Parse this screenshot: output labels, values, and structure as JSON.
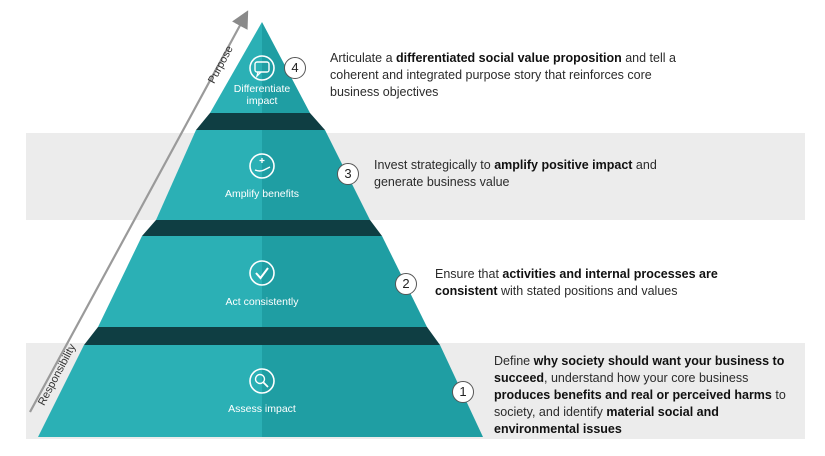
{
  "axis": {
    "top_label": "Purpose",
    "bottom_label": "Responsibility"
  },
  "tiers": [
    {
      "number": "4",
      "label_lines": [
        "Differentiate",
        "impact"
      ],
      "icon": "speech-bubble-icon",
      "description_parts": [
        {
          "text": "Articulate a ",
          "bold": false
        },
        {
          "text": "differentiated social value proposition",
          "bold": true
        },
        {
          "text": " and tell a coherent and integrated purpose story that reinforces core business objectives",
          "bold": false
        }
      ]
    },
    {
      "number": "3",
      "label_lines": [
        "Amplify benefits"
      ],
      "icon": "hand-with-sparkle-icon",
      "description_parts": [
        {
          "text": "Invest strategically to ",
          "bold": false
        },
        {
          "text": "amplify positive impact",
          "bold": true
        },
        {
          "text": " and generate business value",
          "bold": false
        }
      ]
    },
    {
      "number": "2",
      "label_lines": [
        "Act consistently"
      ],
      "icon": "checkmark-icon",
      "description_parts": [
        {
          "text": "Ensure that ",
          "bold": false
        },
        {
          "text": "activities and internal processes are consistent",
          "bold": true
        },
        {
          "text": " with stated positions and values",
          "bold": false
        }
      ]
    },
    {
      "number": "1",
      "label_lines": [
        "Assess impact"
      ],
      "icon": "magnifier-icon",
      "description_parts": [
        {
          "text": "Define ",
          "bold": false
        },
        {
          "text": "why society should want your business to succeed",
          "bold": true
        },
        {
          "text": ", understand how your core business ",
          "bold": false
        },
        {
          "text": "produces benefits and real or perceived harms",
          "bold": true
        },
        {
          "text": " to society, and identify ",
          "bold": false
        },
        {
          "text": "material social and environmental issues",
          "bold": true
        }
      ]
    }
  ],
  "colors": {
    "teal_light": "#2bb0b5",
    "teal_dark": "#1f9ea3",
    "step_dark": "#0f3e43",
    "band": "#ececec"
  }
}
